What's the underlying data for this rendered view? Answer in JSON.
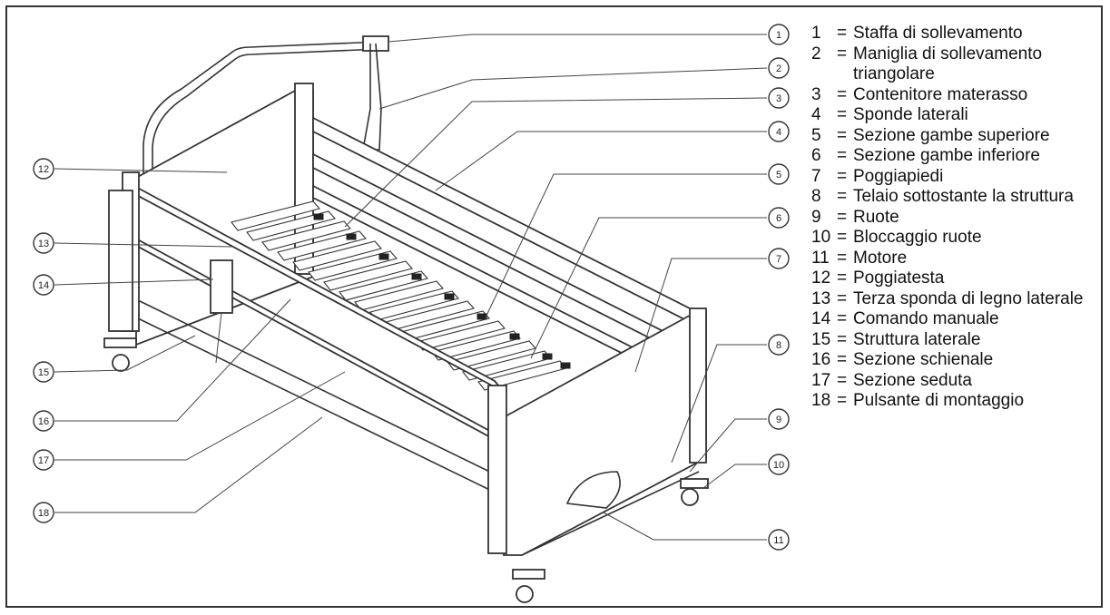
{
  "legend": [
    {
      "num": "1",
      "label": "Staffa di sollevamento"
    },
    {
      "num": "2",
      "label": "Maniglia di sollevamento triangolare"
    },
    {
      "num": "3",
      "label": "Contenitore materasso"
    },
    {
      "num": "4",
      "label": "Sponde laterali"
    },
    {
      "num": "5",
      "label": "Sezione gambe superiore"
    },
    {
      "num": "6",
      "label": "Sezione gambe inferiore"
    },
    {
      "num": "7",
      "label": "Poggiapiedi"
    },
    {
      "num": "8",
      "label": "Telaio sottostante la struttura"
    },
    {
      "num": "9",
      "label": "Ruote"
    },
    {
      "num": "10",
      "label": "Bloccaggio ruote"
    },
    {
      "num": "11",
      "label": "Motore"
    },
    {
      "num": "12",
      "label": "Poggiatesta"
    },
    {
      "num": "13",
      "label": "Terza sponda di legno laterale"
    },
    {
      "num": "14",
      "label": "Comando manuale"
    },
    {
      "num": "15",
      "label": "Struttura laterale"
    },
    {
      "num": "16",
      "label": "Sezione schienale"
    },
    {
      "num": "17",
      "label": "Sezione seduta"
    },
    {
      "num": "18",
      "label": "Pulsante di montaggio"
    }
  ],
  "separator": "=",
  "callouts": {
    "c1": "1",
    "c2": "2",
    "c3": "3",
    "c4": "4",
    "c5": "5",
    "c6": "6",
    "c7": "7",
    "c8": "8",
    "c9": "9",
    "c10": "10",
    "c11": "11",
    "c12": "12",
    "c13": "13",
    "c14": "14",
    "c15": "15",
    "c16": "16",
    "c17": "17",
    "c18": "18"
  }
}
